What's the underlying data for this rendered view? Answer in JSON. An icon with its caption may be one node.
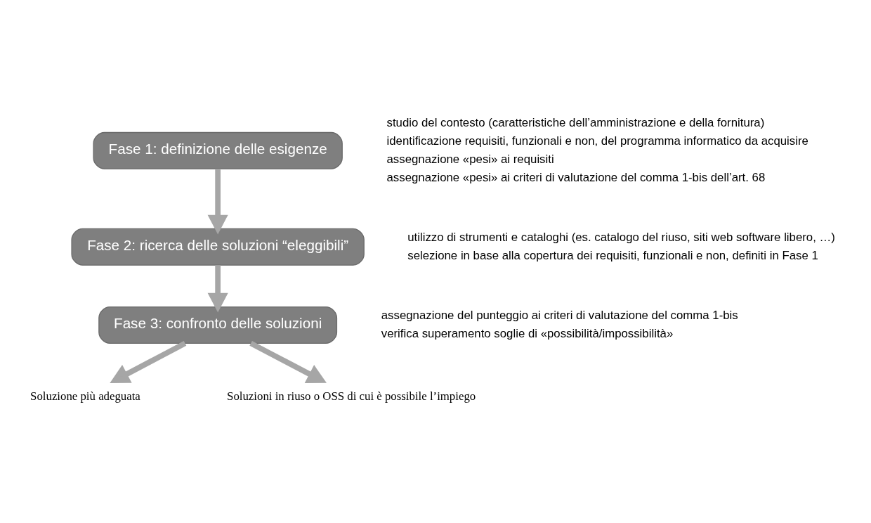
{
  "diagram": {
    "nodes": [
      {
        "text": [
          "Fase 1: definizione delle esigenze"
        ],
        "beside": [
          "studio del contesto (caratteristiche dell’amministrazione e della fornitura)",
          "identificazione requisiti, funzionali e non, del programma informatico da acquisire",
          "assegnazione «pesi» ai requisiti",
          "assegnazione «pesi» ai criteri di valutazione del comma 1-bis dell’art. 68"
        ]
      },
      {
        "text": [
          "Fase 2: ricerca delle soluzioni “eleggibili”"
        ],
        "beside": [
          "utilizzo di strumenti e cataloghi (es. catalogo del riuso, siti web software libero, …)",
          "selezione in base alla copertura dei requisiti, funzionali e non, definiti in Fase 1"
        ]
      },
      {
        "text": [
          "Fase 3: confronto delle soluzioni"
        ],
        "beside": [
          "assegnazione del punteggio ai criteri di valutazione del comma 1-bis",
          "verifica superamento soglie di «possibilità/impossibilità»"
        ]
      },
      {
        "text": [
          "Soluzione più adeguata"
        ]
      },
      {
        "text": [
          "Soluzioni in riuso o OSS di cui è possibile l’impiego"
        ]
      }
    ],
    "edges": [
      {
        "from": 0,
        "to": 1,
        "arrow": "to"
      },
      {
        "from": 1,
        "to": 2,
        "arrow": "to"
      },
      {
        "from": 2,
        "to": 3,
        "arrow": "to"
      },
      {
        "from": 2,
        "to": 4,
        "arrow": "to"
      }
    ]
  }
}
